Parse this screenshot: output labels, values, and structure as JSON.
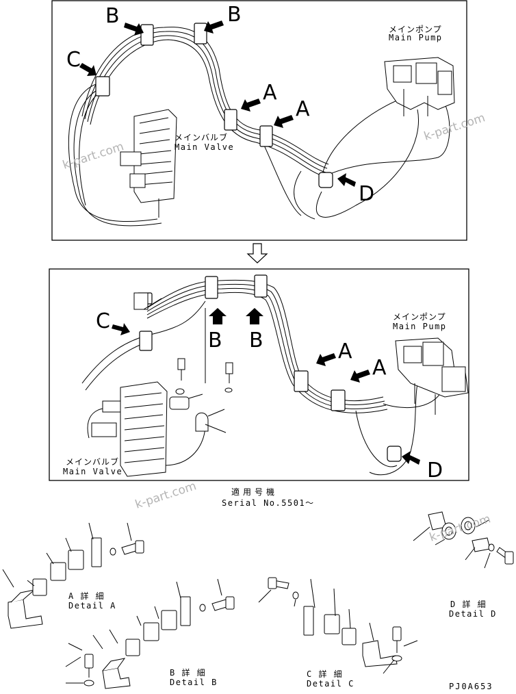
{
  "panels": {
    "before": {
      "labels": {
        "b_left": "B",
        "b_right": "B",
        "c": "C",
        "a_upper": "A",
        "a_lower": "A",
        "d": "D"
      },
      "main_pump": {
        "jp": "メインポンプ",
        "en": "Main Pump"
      },
      "main_valve": {
        "jp": "メインバルブ",
        "en": "Main Valve"
      }
    },
    "after": {
      "labels": {
        "b_left": "B",
        "b_right": "B",
        "c": "C",
        "a_upper": "A",
        "a_lower": "A",
        "d": "D"
      },
      "main_pump": {
        "jp": "メインポンプ",
        "en": "Main Pump"
      },
      "main_valve": {
        "jp": "メインバルブ",
        "en": "Main Valve"
      }
    }
  },
  "serial": {
    "jp": "適用号機",
    "en": "Serial No.5501～"
  },
  "details": {
    "a": {
      "jp": "A 詳 細",
      "en": "Detail A"
    },
    "b": {
      "jp": "B 詳 細",
      "en": "Detail B"
    },
    "c": {
      "jp": "C 詳 細",
      "en": "Detail C"
    },
    "d": {
      "jp": "D 詳 細",
      "en": "Detail D"
    }
  },
  "drawing_code": "PJ0A653",
  "watermark": "k-part.com"
}
